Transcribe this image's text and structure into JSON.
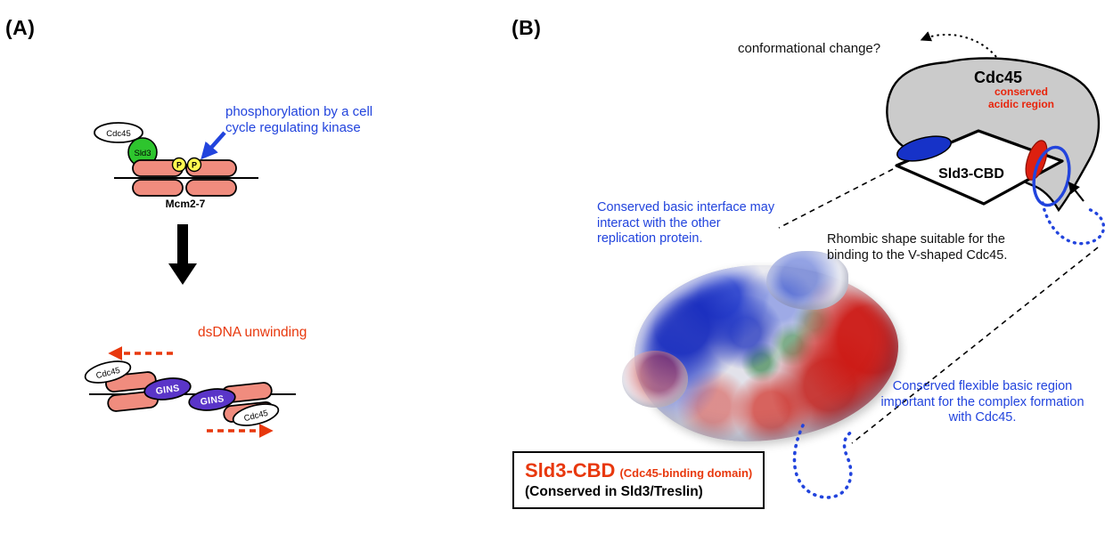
{
  "figure": {
    "panelA": {
      "label": "(A)",
      "phospho_note": "phosphorylation by a cell cycle regulating kinase",
      "mcm_label": "Mcm2-7",
      "unwinding_label": "dsDNA unwinding",
      "cdc45_label": "Cdc45",
      "sld3_label": "Sld3",
      "gins_label": "GINS",
      "phosphate_label": "P"
    },
    "panelB": {
      "label": "(B)",
      "conformational_note": "conformational change?",
      "cdc45_label": "Cdc45",
      "acidic_note": "conserved acidic region",
      "rhombus_label": "Sld3-CBD",
      "basic_interface_note": "Conserved basic interface may interact with the other replication protein.",
      "rhombic_shape_note": "Rhombic shape suitable for the binding to the V-shaped Cdc45.",
      "flexible_region_note": "Conserved flexible basic region important for the complex formation with Cdc45.",
      "legend_title": "Sld3-CBD",
      "legend_subtitle": "(Cdc45-binding domain)",
      "legend_line2": "(Conserved in Sld3/Treslin)"
    },
    "colors": {
      "mcm_salmon": "#F08C7E",
      "sld3_green": "#2EC52E",
      "gins_purple": "#5A35C8",
      "cdc45_gray": "#CBCBCB",
      "accent_blue": "#2244DD",
      "accent_red": "#E8380D",
      "phosphate_yellow": "#FFF850"
    }
  }
}
